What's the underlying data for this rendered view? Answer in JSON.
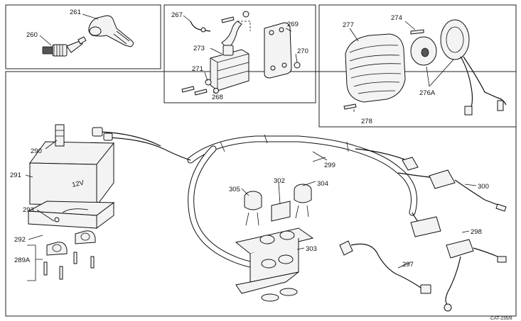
{
  "labels": {
    "p260": "260",
    "p261": "261",
    "p267": "267",
    "p268": "268",
    "p269": "269",
    "p270": "270",
    "p271": "271",
    "p273": "273",
    "p274": "274",
    "p276a": "276A",
    "p277": "277",
    "p278": "278",
    "p289a": "289A",
    "p290": "290",
    "p291": "291",
    "p292": "292",
    "p293": "293",
    "p297": "297",
    "p298": "298",
    "p299": "299",
    "p300": "300",
    "p302": "302",
    "p303": "303",
    "p304": "304",
    "p305": "305"
  },
  "battery_text": "12V",
  "catalog_code": "CAT-235/8"
}
